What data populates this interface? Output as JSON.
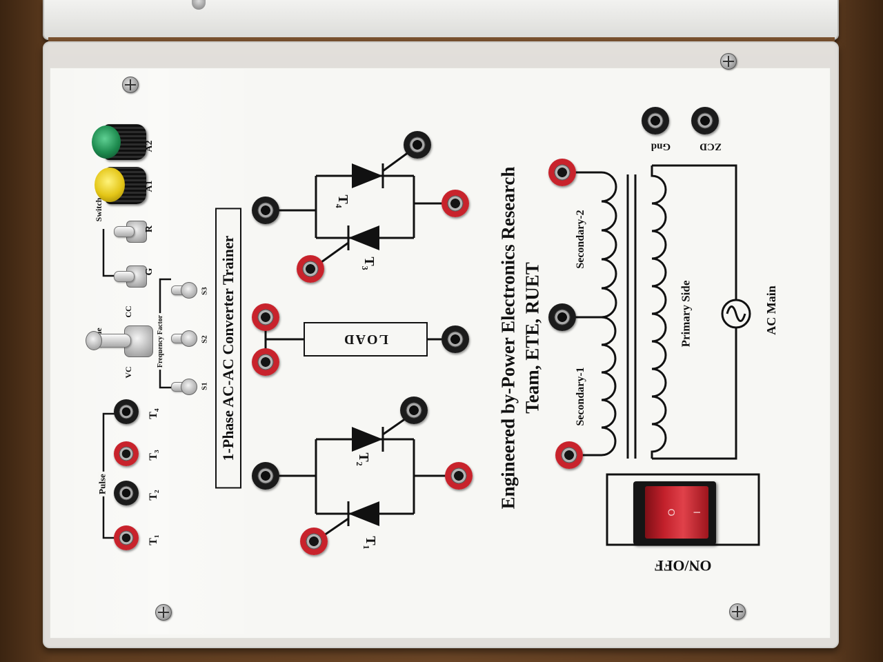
{
  "panel": {
    "title": "1-Phase AC-AC Converter Trainer",
    "credit": [
      "Engineered by-Power Electronics Research",
      "Team, ETE, RUET"
    ]
  },
  "pulse": {
    "label": "Pulse",
    "terminals": [
      "T₁",
      "T₂",
      "T₃",
      "T₄"
    ]
  },
  "controls": {
    "switch": {
      "label": "Switch",
      "items": [
        "A2",
        "A1",
        "R",
        "G"
      ]
    },
    "mode": {
      "label": "Mode",
      "options": [
        "VC",
        "CC"
      ]
    },
    "frequency_factor": {
      "label": "Frequency Factor",
      "items": [
        "S1",
        "S2",
        "S3"
      ]
    }
  },
  "converter": {
    "thyristors": [
      "T₁",
      "T₂",
      "T₃",
      "T₄"
    ],
    "load": "LOAD"
  },
  "transformer": {
    "secondary_2": "Secondary-2",
    "secondary_1": "Secondary-1",
    "primary": "Primary Side",
    "source": "AC Main",
    "gnd": "Gnd",
    "zcd": "ZCD"
  },
  "power_switch": {
    "label": "ON/OFF",
    "off_symbol": "O",
    "on_symbol": "I"
  },
  "icons": {
    "thyristor": "thyristor-icon",
    "ac_source": "ac-source-icon",
    "transformer": "transformer-coil-icon",
    "screw": "screw-icon"
  },
  "colors": {
    "panel": "#f7f7f4",
    "red_jack": "#c8232c",
    "black_jack": "#1b1b1b",
    "green_knob": "#1d8a4e",
    "yellow_knob": "#e3c516",
    "rocker": "#c2202b",
    "ink": "#111111"
  }
}
